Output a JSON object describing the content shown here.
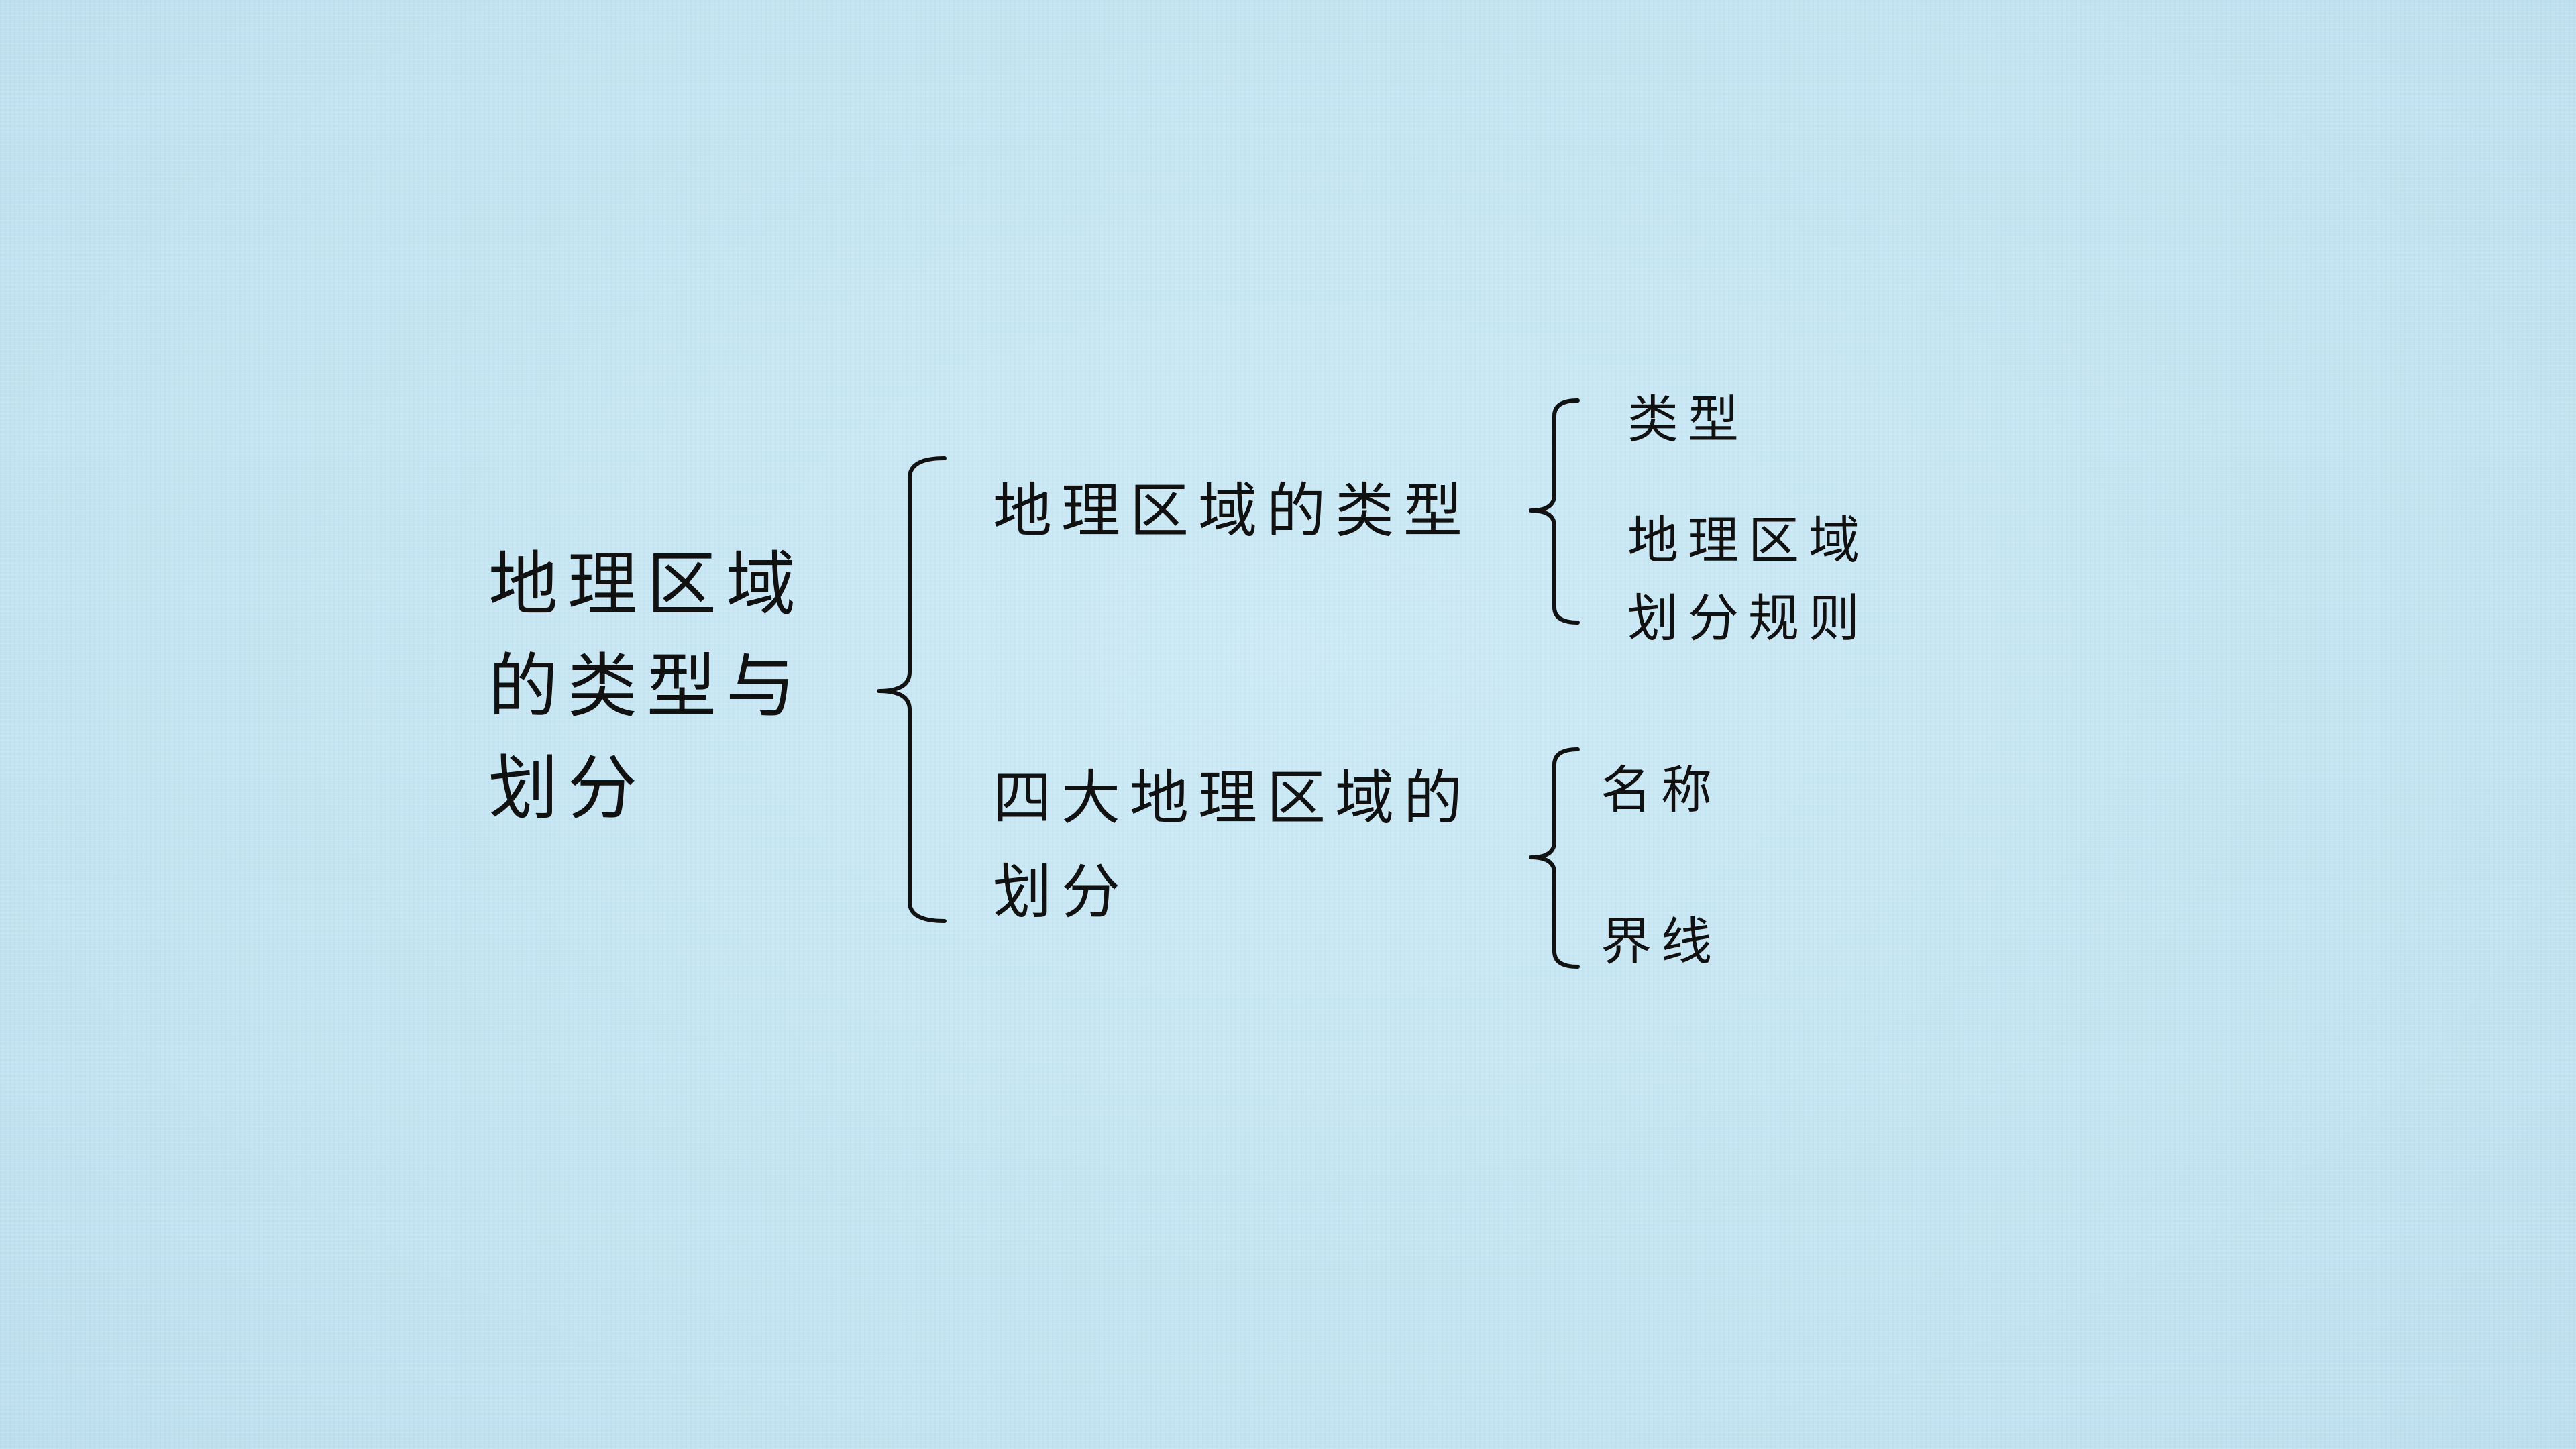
{
  "diagram": {
    "root": {
      "lines": [
        "地理区域",
        "的类型与",
        "划分"
      ]
    },
    "branches": [
      {
        "label": "地理区域的类型",
        "children": [
          {
            "lines": [
              "类型"
            ]
          },
          {
            "lines": [
              "地理区域",
              "划分规则"
            ]
          }
        ]
      },
      {
        "lines": [
          "四大地理区域的",
          "划分"
        ],
        "children": [
          {
            "lines": [
              "名称"
            ]
          },
          {
            "lines": [
              "界线"
            ]
          }
        ]
      }
    ]
  }
}
